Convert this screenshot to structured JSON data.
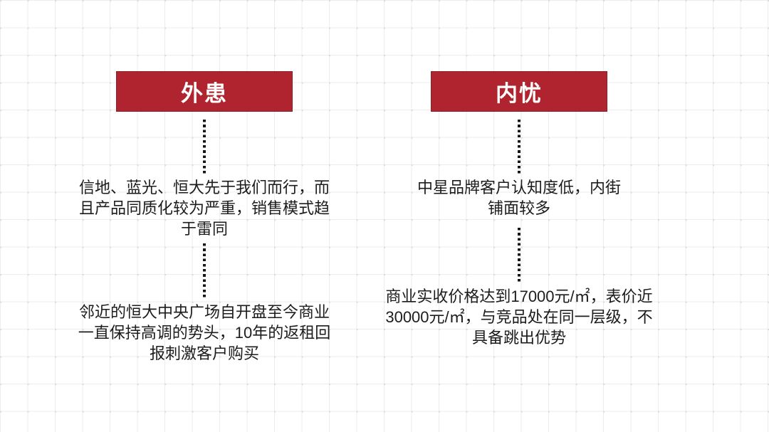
{
  "slide": {
    "columns": [
      {
        "id": "external-threat",
        "header": "外患",
        "points": [
          "信地、蓝光、恒大先于我们而行，而\n且产品同质化较为严重，销售模式趋\n于雷同",
          "邻近的恒大中央广场自开盘至今商业\n一直保持高调的势头，10年的返租回\n报刺激客户购买"
        ]
      },
      {
        "id": "internal-worry",
        "header": "内忧",
        "points": [
          "中星品牌客户认知度低，内街\n铺面较多",
          "商业实收价格达到17000元/㎡，表价近\n30000元/㎡，与竞品处在同一层级，不\n具备跳出优势"
        ]
      }
    ]
  },
  "colors": {
    "accent_red": "#b0242f",
    "accent_red_border": "#8a222c",
    "header_text": "#ffffff",
    "text": "#1c1c1c",
    "connector_dot": "#161616",
    "grid_line": "#ededed",
    "grid_dot": "#dcdcdc"
  }
}
